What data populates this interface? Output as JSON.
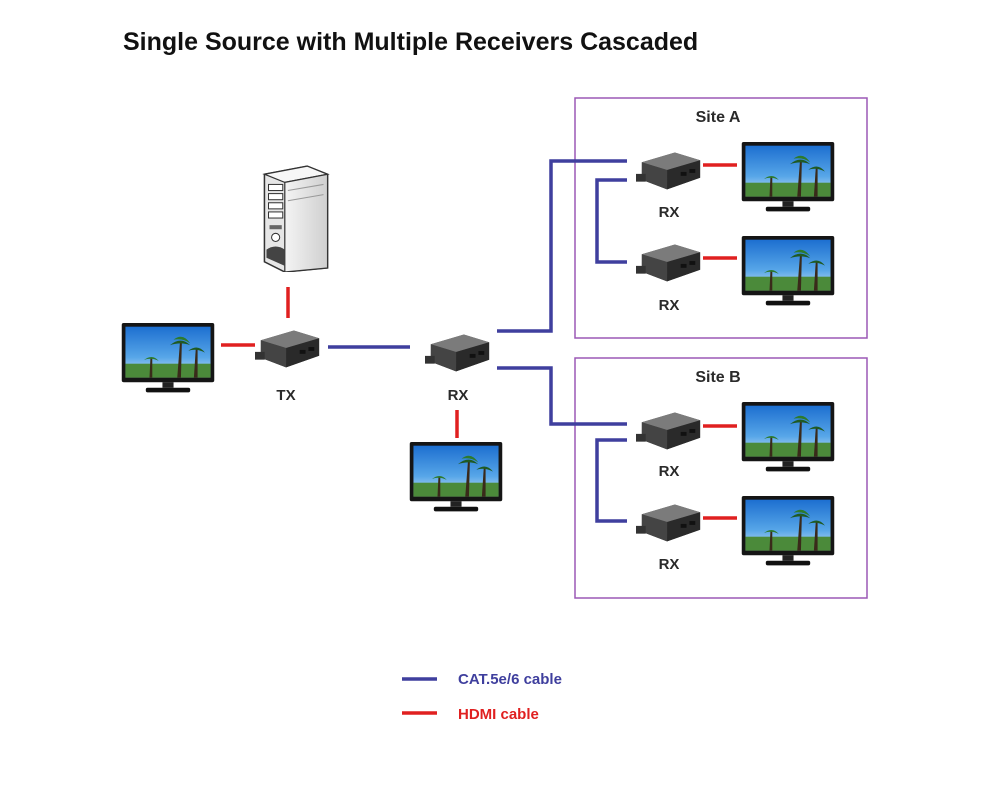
{
  "title": "Single Source with Multiple Receivers Cascaded",
  "colors": {
    "cat_cable": "#3f3f9e",
    "hdmi_cable": "#e02020",
    "site_border": "#9b59b6"
  },
  "devices": {
    "tx_label": "TX",
    "rx_main_label": "RX",
    "site_a": {
      "name": "Site A",
      "rx1_label": "RX",
      "rx2_label": "RX"
    },
    "site_b": {
      "name": "Site B",
      "rx1_label": "RX",
      "rx2_label": "RX"
    }
  },
  "icons": [
    "pc-tower-icon",
    "monitor-icon",
    "extender-box-icon"
  ],
  "legend": {
    "cat": "CAT.5e/6 cable",
    "hdmi": "HDMI cable"
  }
}
